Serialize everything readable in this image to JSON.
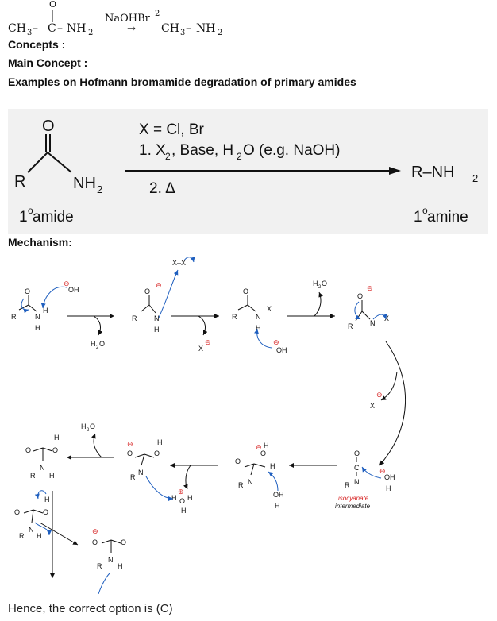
{
  "equation": {
    "left_ch3": "CH",
    "left_sub3": "3",
    "dash1": "–",
    "carbon": "C",
    "dash2": "–",
    "nh2": "NH",
    "nh2_sub": "2",
    "oxygen": "O",
    "reagent": "NaOHBr",
    "reagent_sub": "2",
    "arrow": "→",
    "prod_ch3": "CH",
    "prod_sub3": "3",
    "prod_dash": "–",
    "prod_nh2": "NH",
    "prod_sub2": "2"
  },
  "concepts_label": "Concepts :",
  "main_concept_label": "Main Concept :",
  "topic": "Examples on Hofmann bromamide degradation of primary amides",
  "scheme": {
    "oxygen": "O",
    "r": "R",
    "nh2": "NH",
    "nh2_sub": "2",
    "cond_x": "X = Cl, Br",
    "cond_1_pre": "1. X",
    "cond_1_sub": "2",
    "cond_1_mid": ", Base, H",
    "cond_1_sub2": "2",
    "cond_1_post": "O (e.g. NaOH)",
    "cond_2": "2. Δ",
    "product_pre": "R–NH",
    "product_sub": "2",
    "amide_sup": "1",
    "amide_o": "o",
    "amide_label": " amide",
    "amine_sup": "1",
    "amine_o": "o",
    "amine_label": " amine"
  },
  "mechanism_label": "Mechanism:",
  "mechanism": {
    "oh": "OH",
    "h2o": "H",
    "h2o_sub": "2",
    "h2o_o": "O",
    "x": "X",
    "xx": "X–X",
    "n": "N",
    "h": "H",
    "r": "R",
    "o": "O",
    "c": "C",
    "isocyanate": "isocyanate",
    "intermediate": "intermediate",
    "plus": "⊕",
    "minus": "⊖"
  },
  "footer": "Hence, the correct option is (C)",
  "colors": {
    "arrow_blue": "#1f5fbf",
    "charge_red": "#d62020",
    "scheme_bg": "#f1f1f1"
  }
}
